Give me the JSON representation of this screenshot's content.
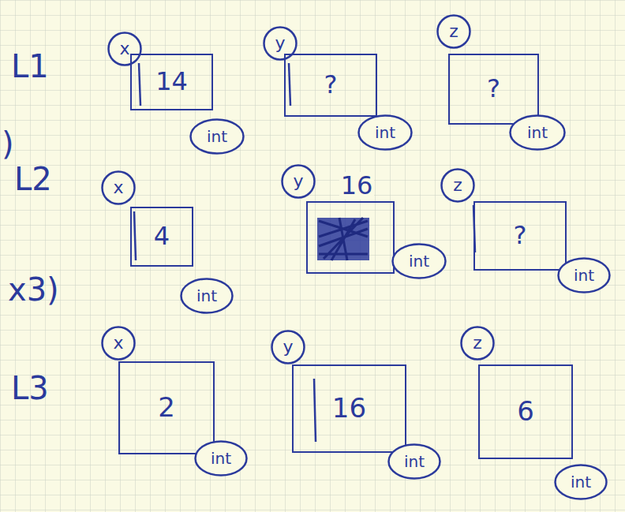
{
  "diagram": {
    "nodes": [
      {
        "text": [
          "x"
        ]
      },
      {
        "text": [
          "14"
        ]
      },
      {
        "text": [
          "int"
        ]
      },
      {
        "text": [
          "y"
        ]
      },
      {
        "text": [
          "?"
        ]
      },
      {
        "text": [
          "int"
        ]
      },
      {
        "text": [
          "z"
        ]
      },
      {
        "text": [
          "?"
        ]
      },
      {
        "text": [
          "int"
        ]
      },
      {
        "text": [
          "x"
        ]
      },
      {
        "text": [
          "4"
        ]
      },
      {
        "text": [
          "int"
        ]
      },
      {
        "text": [
          "y"
        ]
      },
      {
        "text": [
          "16"
        ]
      },
      {
        "text": [
          "int"
        ]
      },
      {
        "text": [
          "z"
        ]
      },
      {
        "text": [
          "?"
        ]
      },
      {
        "text": [
          "int"
        ]
      },
      {
        "text": [
          "x"
        ]
      },
      {
        "text": [
          "2"
        ]
      },
      {
        "text": [
          "int"
        ]
      },
      {
        "text": [
          "y"
        ]
      },
      {
        "text": [
          "16"
        ]
      },
      {
        "text": [
          "int"
        ]
      },
      {
        "text": [
          "z"
        ]
      },
      {
        "text": [
          "6"
        ]
      },
      {
        "text": [
          "int"
        ]
      }
    ],
    "labels": [
      "L1",
      ")",
      "L2",
      "x3)",
      "L3"
    ]
  }
}
